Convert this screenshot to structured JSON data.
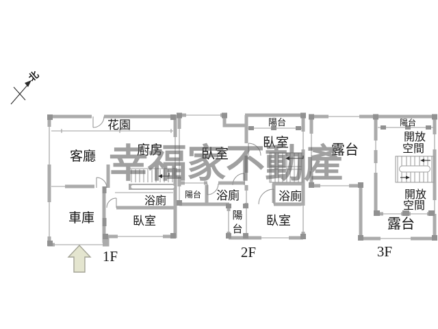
{
  "watermark": {
    "text": "幸福家不動產"
  },
  "compass": {
    "north_label": "北"
  },
  "colors": {
    "wall": "#ababab",
    "wall_dark": "#919191",
    "thin_line": "#9c9c9c",
    "door_arc": "#8f8f8f",
    "label_text": "#151515",
    "watermark_gray": "#5c5c5c",
    "entrance_arrow_fill": "#e4e5cf",
    "entrance_arrow_stroke": "#a3a396",
    "background": "#ffffff"
  },
  "floors": {
    "f1": {
      "floor_label": "1F",
      "garden": "花園",
      "living_room": "客廳",
      "kitchen": "廚房",
      "bathroom": "浴廁",
      "garage": "車庫",
      "bedroom": "臥室"
    },
    "f2": {
      "floor_label": "2F",
      "balcony_top": "陽台",
      "bedroom_top_right": "臥室",
      "bedroom_left": "臥室",
      "balcony_left": "陽台",
      "bathroom_left": "浴廁",
      "bathroom_right": "浴廁",
      "balcony_mid_char1": "陽",
      "balcony_mid_char2": "台",
      "bedroom_bottom_right": "臥室"
    },
    "f3": {
      "floor_label": "3F",
      "terrace_left": "露台",
      "balcony_top": "陽台",
      "open_space_top_line1": "開放",
      "open_space_top_line2": "空間",
      "open_space_bottom_line1": "開放",
      "open_space_bottom_line2": "空間",
      "terrace_bottom": "露台"
    }
  }
}
